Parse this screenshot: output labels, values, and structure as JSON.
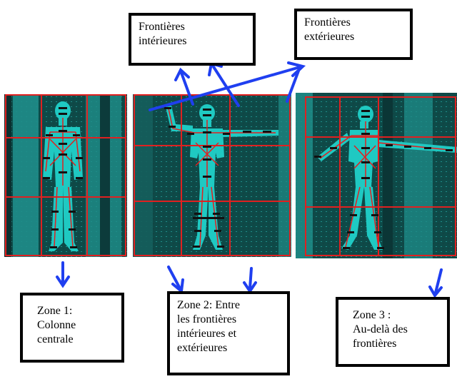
{
  "colors": {
    "arrow": "#1f3ff0",
    "grid": "#e02020",
    "depth_bg_dark": "#0e4a48",
    "depth_bg_mid": "#1f8d89",
    "silhouette": "#1fc9c2",
    "joint_mark": "#111111",
    "box_border": "#000000"
  },
  "labels": {
    "inner_boundaries": "Frontières\nintérieures",
    "outer_boundaries": "Frontières\nextérieures",
    "zone1": "Zone 1:\nColonne\ncentrale",
    "zone2": "Zone 2: Entre\nles frontières\nintérieures et\nextérieures",
    "zone3": "Zone 3 :\nAu-delà  des\nfrontières"
  },
  "icons": {
    "arrows": "arrow-icon",
    "figures": "depth-silhouette-icon"
  }
}
